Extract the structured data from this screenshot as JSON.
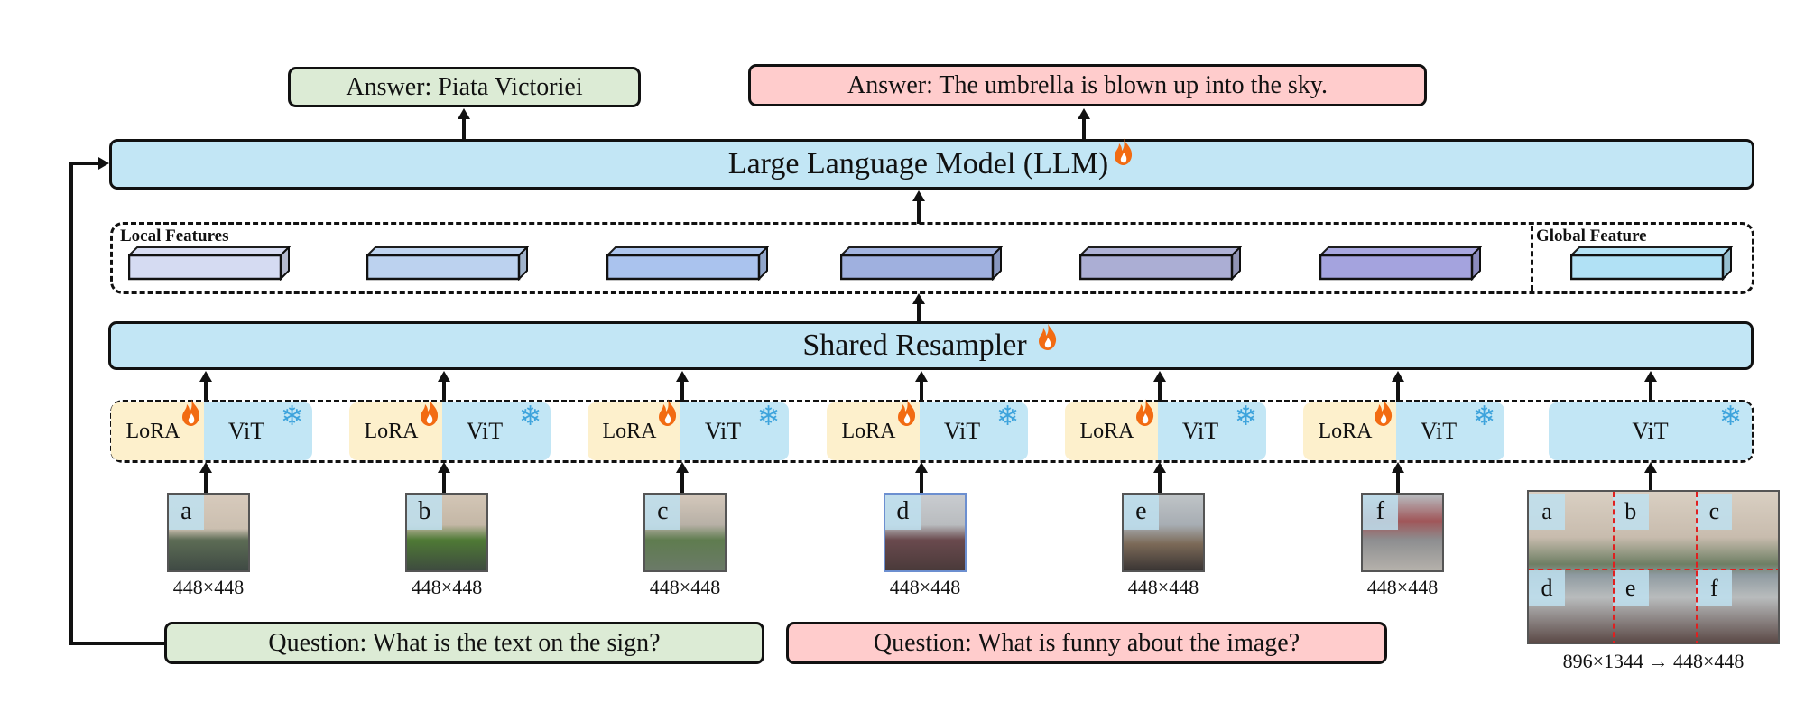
{
  "answers": [
    {
      "label": "Answer:  Piata Victoriei",
      "color": "#dcebd5"
    },
    {
      "label": "Answer:  The umbrella is blown up into the sky.",
      "color": "#ffcccc"
    }
  ],
  "llm": {
    "label": "Large Language Model (LLM)",
    "icon": "fire-icon",
    "trainable": true
  },
  "features": {
    "local_label": "Local Features",
    "global_label": "Global Feature",
    "local_colors": [
      "#d5dbf2",
      "#bcd2ef",
      "#aac3ee",
      "#9fb0df",
      "#abaed4",
      "#a4a3de"
    ],
    "global_color": "#b1e1f5"
  },
  "resampler": {
    "label": "Shared Resampler",
    "icon": "fire-icon",
    "trainable": true
  },
  "encoders": {
    "lora_label": "LoRA",
    "vit_label": "ViT",
    "lora_icon": "fire-icon",
    "vit_icon": "snowflake-icon",
    "count_local": 6,
    "global_vit_label": "ViT"
  },
  "slices": [
    {
      "tag": "a",
      "size": "448×448"
    },
    {
      "tag": "b",
      "size": "448×448"
    },
    {
      "tag": "c",
      "size": "448×448"
    },
    {
      "tag": "d",
      "size": "448×448"
    },
    {
      "tag": "e",
      "size": "448×448"
    },
    {
      "tag": "f",
      "size": "448×448"
    }
  ],
  "global_image": {
    "tags": [
      "a",
      "b",
      "c",
      "d",
      "e",
      "f"
    ],
    "size": "896×1344 → 448×448"
  },
  "questions": [
    {
      "label": "Question: What is the text on the sign?",
      "color": "#dcebd5"
    },
    {
      "label": "Question: What is funny about the image?",
      "color": "#ffcccc"
    }
  ]
}
